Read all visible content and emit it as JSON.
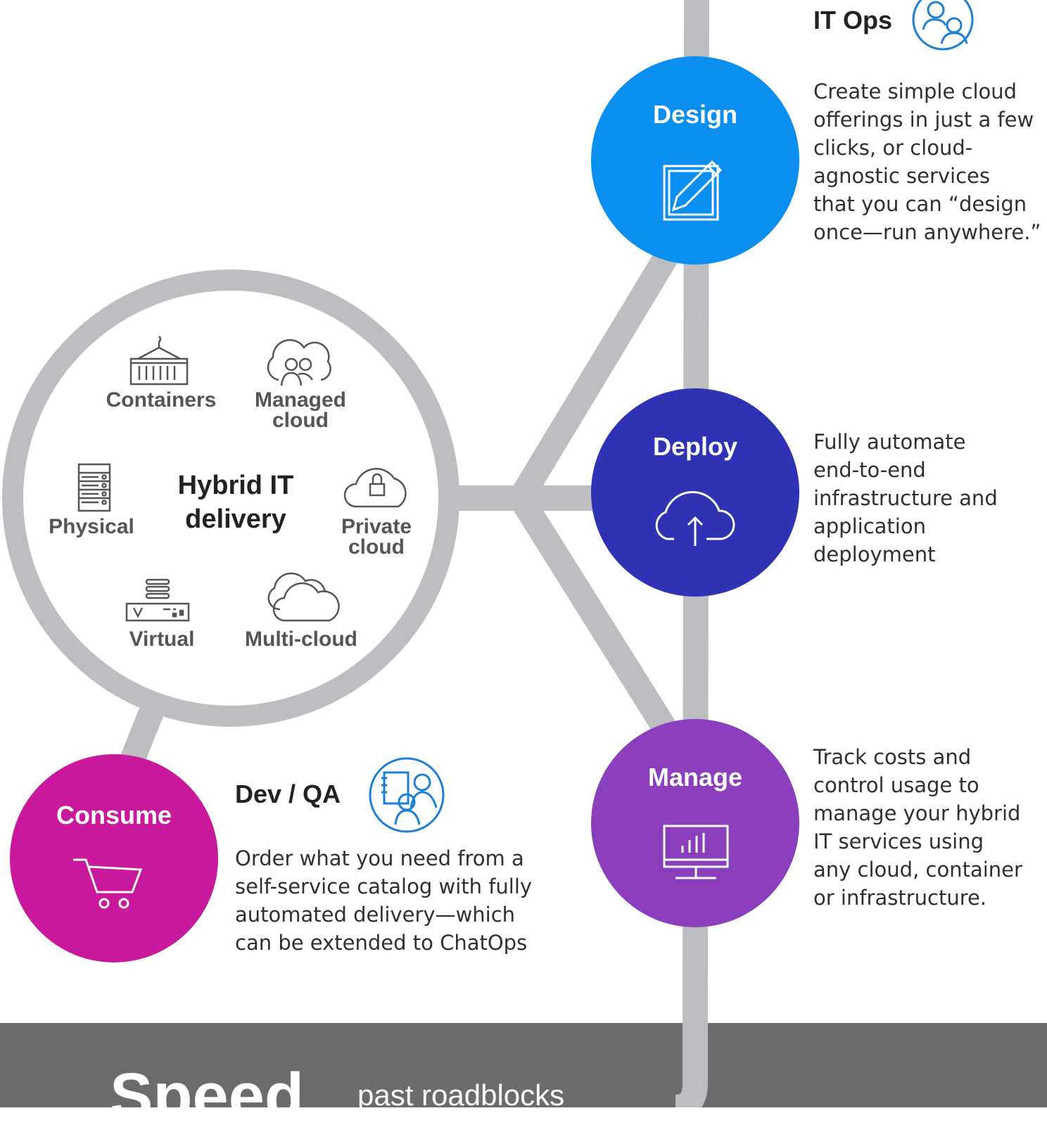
{
  "it_ops": {
    "title": "IT Ops",
    "icon": "two-people-icon"
  },
  "stages": [
    {
      "id": "design",
      "label": "Design",
      "color": "#0a8ef0",
      "icon": "pencil-edit-icon",
      "description": [
        "Create simple cloud",
        "offerings in just a few",
        "clicks, or cloud-",
        "agnostic services",
        "that you can “design",
        "once—run anywhere.”"
      ]
    },
    {
      "id": "deploy",
      "label": "Deploy",
      "color": "#2f32b3",
      "icon": "cloud-upload-icon",
      "description": [
        "Fully automate",
        "end-to-end",
        "infrastructure and",
        "application",
        "deployment"
      ]
    },
    {
      "id": "manage",
      "label": "Manage",
      "color": "#8b3fbd",
      "icon": "monitor-chart-icon",
      "description": [
        "Track costs and",
        "control usage to",
        "manage your hybrid",
        "IT services using",
        "any cloud, container",
        "or infrastructure."
      ]
    },
    {
      "id": "consume",
      "label": "Consume",
      "color": "#c8189c",
      "icon": "shopping-cart-icon"
    }
  ],
  "hub": {
    "title_line1": "Hybrid IT",
    "title_line2": "delivery",
    "items": [
      {
        "line1": "Containers",
        "line2": "",
        "icon": "container-icon"
      },
      {
        "line1": "Managed",
        "line2": "cloud",
        "icon": "managed-cloud-icon"
      },
      {
        "line1": "Physical",
        "line2": "",
        "icon": "server-icon"
      },
      {
        "line1": "Private",
        "line2": "cloud",
        "icon": "private-cloud-lock-icon"
      },
      {
        "line1": "Virtual",
        "line2": "",
        "icon": "virtual-server-icon"
      },
      {
        "line1": "Multi-cloud",
        "line2": "",
        "icon": "multi-cloud-icon"
      }
    ]
  },
  "dev_qa": {
    "title": "Dev / QA",
    "icon": "developer-people-icon",
    "description": [
      "Order what you need from a",
      "self-service catalog with fully",
      "automated delivery—which",
      "can be extended to ChatOps"
    ]
  },
  "footer": {
    "headline": "Speed",
    "tagline": "past roadblocks"
  }
}
